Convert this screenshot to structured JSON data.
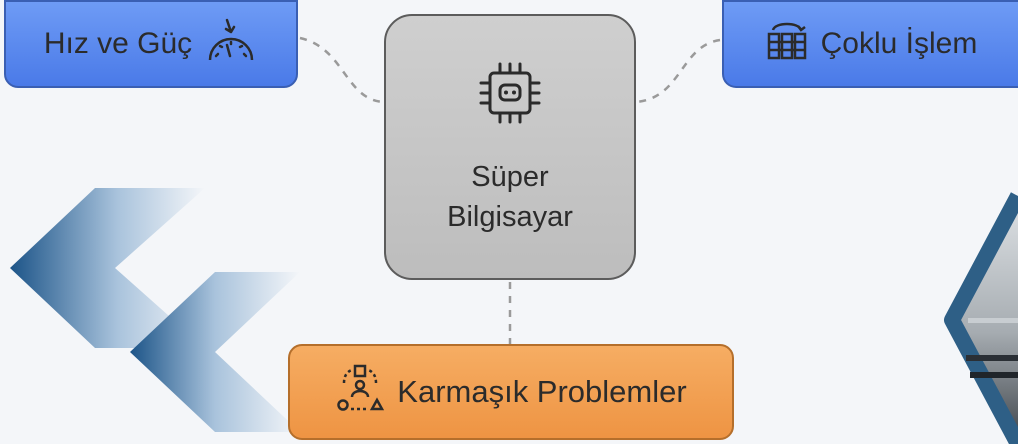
{
  "nodes": {
    "center": {
      "line1": "Süper",
      "line2": "Bilgisayar",
      "icon": "cpu-chip-icon"
    },
    "speed": {
      "label": "Hız ve Güç",
      "icon": "speedometer-icon"
    },
    "multi": {
      "label": "Çoklu İşlem",
      "icon": "parallel-processing-icon"
    },
    "complex": {
      "label": "Karmaşık Problemler",
      "icon": "complex-shapes-icon"
    }
  },
  "colors": {
    "blue": "#5585ee",
    "orange": "#f19f4f",
    "gray": "#c4c4c4",
    "connector": "#9a9a9a",
    "chevron": "#1f5a8c"
  }
}
